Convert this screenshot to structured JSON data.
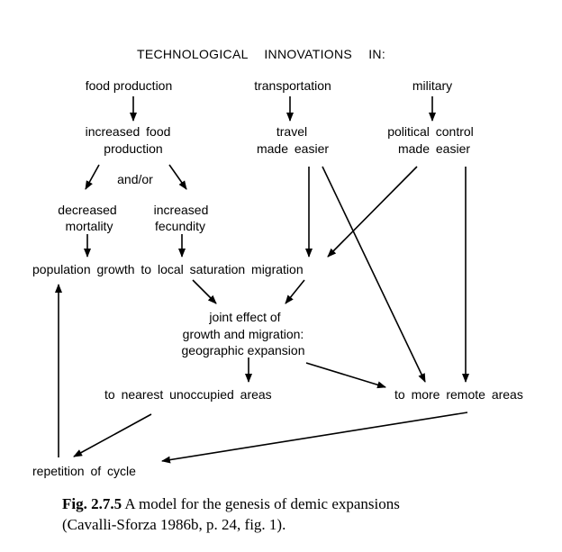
{
  "diagram": {
    "title": "TECHNOLOGICAL   INNOVATIONS   IN:",
    "food_production": "food production",
    "transportation": "transportation",
    "military": "military",
    "increased_food_production_1": "increased food",
    "increased_food_production_2": "production",
    "travel_1": "travel",
    "travel_2": "made easier",
    "political_1": "political control",
    "political_2": "made easier",
    "and_or": "and/or",
    "decreased_1": "decreased",
    "decreased_2": "mortality",
    "increased_1": "increased",
    "increased_2": "fecundity",
    "population_growth": "population growth to local saturation migration",
    "joint_1": "joint effect of",
    "joint_2": "growth and migration:",
    "joint_3": "geographic expansion",
    "nearest": "to nearest unoccupied areas",
    "remote": "to more remote areas",
    "repetition": "repetition of cycle"
  },
  "caption": {
    "fig_label": "Fig. 2.7.5",
    "line1": " A model for the genesis of demic expansions",
    "line2": "(Cavalli-Sforza 1986b, p. 24, fig. 1)."
  }
}
